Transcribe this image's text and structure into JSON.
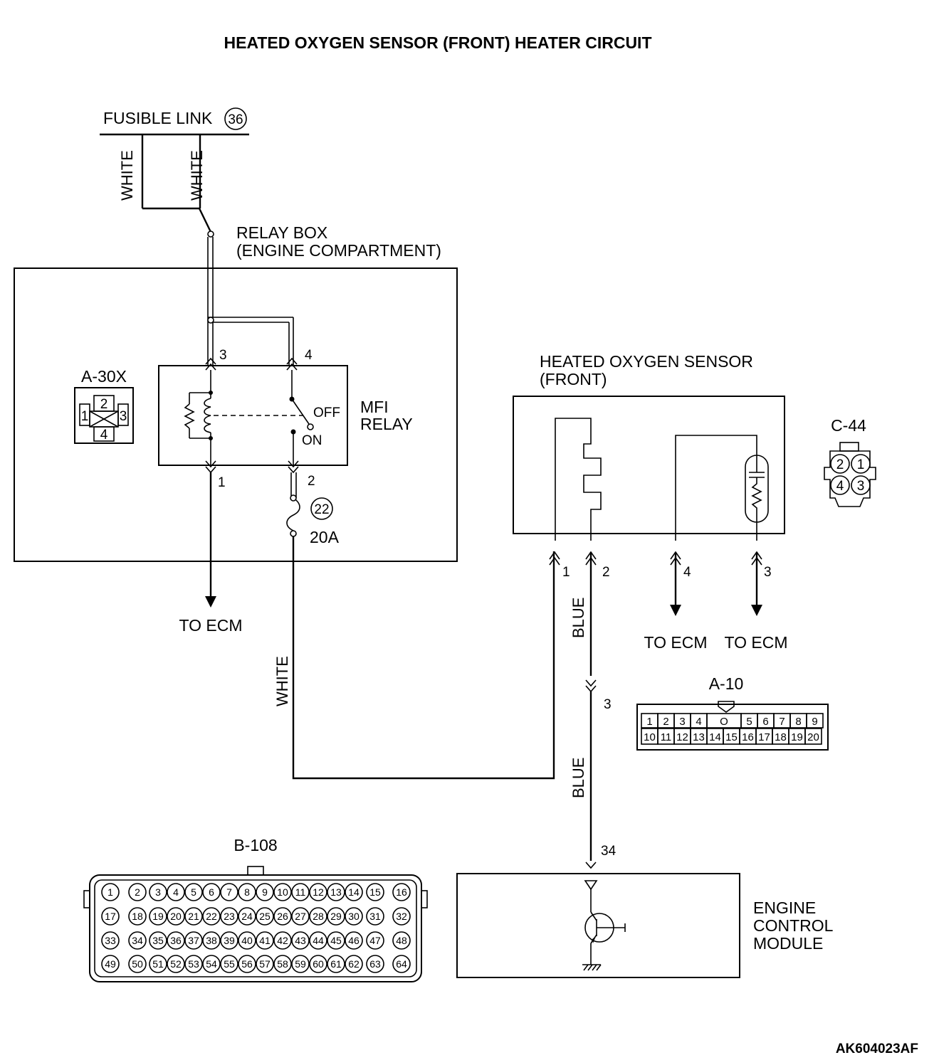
{
  "title": "HEATED OXYGEN SENSOR (FRONT) HEATER CIRCUIT",
  "fusible_link": {
    "label": "FUSIBLE LINK",
    "number": "36"
  },
  "wire_colors": {
    "white": "WHITE",
    "blue": "BLUE"
  },
  "relay_box": {
    "line1": "RELAY BOX",
    "line2": "(ENGINE COMPARTMENT)"
  },
  "mfi_relay": {
    "line1": "MFI",
    "line2": "RELAY",
    "off": "OFF",
    "on": "ON",
    "pins": {
      "p1": "1",
      "p2": "2",
      "p3": "3",
      "p4": "4"
    }
  },
  "fuse": {
    "number": "22",
    "rating": "20A"
  },
  "connector_a30x": {
    "name": "A-30X",
    "pins": [
      "1",
      "2",
      "3",
      "4"
    ]
  },
  "sensor": {
    "line1": "HEATED OXYGEN SENSOR",
    "line2": "(FRONT)",
    "pins": {
      "p1": "1",
      "p2": "2",
      "p3": "3",
      "p4": "4"
    }
  },
  "connector_c44": {
    "name": "C-44",
    "pins": [
      "2",
      "1",
      "4",
      "3"
    ]
  },
  "to_ecm": "TO ECM",
  "connector_a10": {
    "name": "A-10",
    "top": [
      "1",
      "2",
      "3",
      "4",
      "O",
      "5",
      "6",
      "7",
      "8",
      "9"
    ],
    "bottom": [
      "10",
      "11",
      "12",
      "13",
      "14",
      "15",
      "16",
      "17",
      "18",
      "19",
      "20"
    ],
    "junction_pin": "3"
  },
  "connector_b108": {
    "name": "B-108",
    "rows": [
      [
        "1",
        "2",
        "3",
        "4",
        "5",
        "6",
        "7",
        "8",
        "9",
        "10",
        "11",
        "12",
        "13",
        "14",
        "15",
        "16"
      ],
      [
        "17",
        "18",
        "19",
        "20",
        "21",
        "22",
        "23",
        "24",
        "25",
        "26",
        "27",
        "28",
        "29",
        "30",
        "31",
        "32"
      ],
      [
        "33",
        "34",
        "35",
        "36",
        "37",
        "38",
        "39",
        "40",
        "41",
        "42",
        "43",
        "44",
        "45",
        "46",
        "47",
        "48"
      ],
      [
        "49",
        "50",
        "51",
        "52",
        "53",
        "54",
        "55",
        "56",
        "57",
        "58",
        "59",
        "60",
        "61",
        "62",
        "63",
        "64"
      ]
    ]
  },
  "ecm": {
    "line1": "ENGINE",
    "line2": "CONTROL",
    "line3": "MODULE",
    "pin": "34"
  },
  "figure_code": "AK604023AF"
}
